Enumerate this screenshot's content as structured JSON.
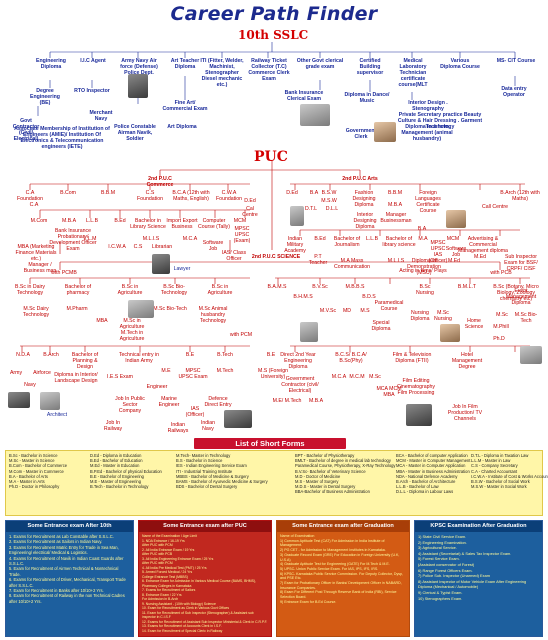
{
  "title": "Career Path Finder",
  "sections": {
    "tenth": "10th SSLC",
    "puc": "PUC"
  },
  "tenth_branch": {
    "row1": [
      "Engineering Diploma",
      "I.I.C Agent",
      "Army Navy Air force (Defense) Police Dept. Exam",
      "Art Teacher Diploma",
      "ITI (Fitter, Welder, Machinist, Stenographer Diesel mechanic etc.)",
      "Railway Ticket Collector (T.C) Commerce Clerk Exam",
      "Other Govt clerical grade exam",
      "Certified Building supervisor",
      "Medical Laboratory Technician certificate course(MLT",
      "Various Diploma Course",
      "MS- CIT Course"
    ],
    "row2": [
      "Degree Engineering (BE)",
      "RTO Inspector",
      "Merchant Navy",
      "Fine Art/ Commercial Exam",
      "Art Diploma",
      "Police Constable Airman Navik, Soldier",
      "Bank Insurance Clerical Exam",
      "Diploma in Dance/ Music",
      "Interior Design . Stenography",
      "Private Secretary practice Beauty Culture & Hair Dressing . Garment Technology",
      "Data entry Operator"
    ],
    "row3": [
      "Govt Contractor (Civil/ Electrical)",
      "Associate Membership of Institution of Engineers (AMIE)/ Institution Of Electronics & Telecommunication engineers (IETE)",
      "Government Clerk",
      "Diploma in a farm Management (animal husbandry)"
    ]
  },
  "puc_branch": {
    "commerce_label": "2nd P.U.C Commerce",
    "arts_label": "2nd P.U.C Arts",
    "science_label": "2nd P.U.C SCIENCE",
    "commerce_nodes": [
      "C.A Foundation",
      "B.Com",
      "B.B.M",
      "C.S Foundation",
      "B.C.A (12th with Maths, English)",
      "C.W.A Foundation",
      "D.Ed",
      "Cal Centre",
      "C.A",
      "M.Com",
      "M.B.A",
      "Bank Insurance Probationary/ Development Officer Exam",
      "L.L.B",
      "B.Ed",
      "Bachelor in Library Science",
      "Import Export Business",
      "Computer Course (Tally)",
      "MCM",
      "MPSC UPSC (Exam)",
      "M.L.I.S",
      "L.L.M",
      "I.C.W.A",
      "C.S",
      "Librarian",
      "M.C.A",
      "Software Job",
      "IAS/ Class Officer",
      "MBA (Marketing Finance Materials etc.)",
      "Manager / Business man",
      "Lawyer"
    ],
    "arts_nodes": [
      "D.Ed",
      "B.A",
      "D.T.L",
      "D.L.L",
      "B.S.W",
      "M.S.W",
      "Fashion Designing Diploma",
      "Interior Designing Diploma",
      "B.B.M",
      "M.B.A",
      "Manager Businessman",
      "Foreign Languages Certificate Course",
      "Call Centre",
      "B.Arch (12th with Maths)",
      "Indian Military Academy",
      "B.Ed",
      "P.T Teacher",
      "Bachelor of Journalism",
      "M.A Mass Communication",
      "L.L.B",
      "Bachelor of library science",
      "M.L.I.S",
      "Diploma in Demonstration (MSU)",
      "M.A",
      "MPSC UPSC IAS (Officer)",
      "Advertising & Commercial Management diploma",
      "B.A",
      "MCM",
      "Software Job",
      "M.Ed",
      "M.Ed",
      "Sub Inspector Exam for BSF/ CRPF/ CISF",
      "Event Management Diploma",
      "Acting in films/ Plays"
    ],
    "science_pcm_nodes": [
      "with PCMB",
      "B.Sc in Dairy Technology",
      "Bachelor of pharmacy",
      "B.Sc in Agriculture",
      "B.Sc Bio-Technology",
      "B.Sc in Agriculture",
      "M.Pharm",
      "MBA",
      "M.Sc Dairy Technology",
      "M.Sc in Agriculture",
      "M.Tech in Agriculture",
      "M.Sc Bio-Tech",
      "M.Sc Animal husbandry Technology",
      "with PCM",
      "N.D.A",
      "B.Arch",
      "Bachelor of Planning & Design",
      "Technical entry in Indian Army",
      "B.E",
      "B.Tech",
      "Army",
      "Airforce",
      "Navy",
      "Diploma in Interior/ Landscape Design",
      "I.E.S Exam",
      "M.E",
      "MPSC UPSC Exam",
      "M.Tech",
      "Engineer",
      "Job In Public Sector Company",
      "Job In Railway",
      "Marine Engineer",
      "IAS (Officer)",
      "Defence Direct Entry",
      "Indian Navy",
      "Indian Railways",
      "Architect"
    ],
    "science_pcb_nodes": [
      "with PCB",
      "B.A.M.S",
      "B.H.M.S",
      "B.V.Sc",
      "M.B.B.S",
      "B.D.S",
      "M.V.Sc",
      "MD",
      "M.S",
      "Paramedical Course",
      "Special Diploma",
      "B.Sc Nursing",
      "Nursing Diploma",
      "B.M.L.T",
      "M.Sc Nursing",
      "Home Science",
      "B.Sc (Botany, Micro Biology, Zoology chemistry etc)",
      "M.Sc",
      "M.Phill",
      "Ph.D",
      "M.Sc Bio-Tech",
      "Direct 2nd Year Engineering Diploma",
      "Government Contractor (civil/ Electrical)",
      "B.C.S/ B.C.A/ B.Sc(Phy)",
      "M.C.A",
      "M.C.M",
      "M.Sc",
      "MCA MCM MBA",
      "Film & Television Diploma (FTII)",
      "Film Editing Cinematography Film Processing",
      "Hotel Management Degree",
      "M.S (Foreign University)",
      "B.E",
      "M.E/ M.Tech",
      "M.B.A",
      "Job In Film Production/ TV Channels"
    ]
  },
  "legend": {
    "title": "List of Short Forms",
    "columns": [
      [
        "B.Sc - Bachelor in Science",
        "M.Sc - Master in Science",
        "B.Com - Bachelor of Commerce",
        "M.Com - Master in Commerce",
        "B.A - Bachelor of Arts",
        "M.A - Master in Arts",
        "Ph.D - Doctor in Philosophy"
      ],
      [
        "D.Ed - Diploma in Education",
        "B.Ed - Bachelor of Education",
        "M.Ed - Master in Education",
        "B.P.Ed - Bachelor of physical Education",
        "B.E - Bachelor of Engineering",
        "M.E - Master of Engineering",
        "B.Tech - Bachelor in Technology"
      ],
      [
        "M.Tech- Master in Technology",
        "B.S - Bachelor in Science",
        "IES - Indian Engineering Service Exam",
        "ITI - Industrial Training Institute",
        "MBBS - Bachelor of Medicine & Surgery",
        "BAMS - Bachelor of Ayurvedic Medicine & Surgery",
        "BDS - Bachelor of Dental Surgery"
      ],
      [
        "BPT - Bachelor of Physiotherapy",
        "BMLT - Bachelor of degree in medical lab technology",
        "Paramedical Course, Physiotherapy, X-Ray Technology",
        "B.V.Sc- Bachelor of Veterinary Science",
        "M.D - Doctor of Medicine",
        "M.S - Master of Surgery",
        "M.D.S - Master in Dental Surgery",
        "BBA-Bachelor of Business Administration"
      ],
      [
        "BCA - Bachelor of computer Application",
        "MCM - Master in Computer Management",
        "MCA - Master in Computer Application",
        "MBA - Master in Business Administration",
        "NDA - National Defence Academy",
        "B.Arch - Bachelor of Architecture",
        "L.L.B - Bachelor of Law",
        "D.L.L - Diploma in Labour Laws"
      ],
      [
        "D.T.L - Diploma in Taxation Law",
        "L.L.M - Master in Law",
        "C.S - Company Secretary",
        "C.A - Charted Accountant",
        "I.C.W.A - Institute of Cost & Works Accountant",
        "B.S.W - Bachelor of Social Work",
        "M.S.W - Master in Social Work"
      ]
    ]
  },
  "boxes": [
    {
      "title": "Some Entrance exam After 10th",
      "items": [
        "1. Exams for Recruitment as Lab Constable after S.S.L.C.",
        "2. Exams for Recruitment as Sailors in Indian Navy.",
        "3. Exams for Recruitment Matric Entry for Trade in Sea Man, Engineering/ electrical/ Medical & Logistics.",
        "4. Exams for Recruitment of Navik in Indian Coast Guards after S.S.L.C.",
        "5. Exam for Recruitment of Airmen Technical & Nontechnical Trade.",
        "6. Exams for Recruitment of Driver, Mechanical, Transport Trade after S.S.L.C.",
        "7. Exam for Recruitment in Banks after 10/10+2 Yrs.",
        "8. Exam for Recruitment of Railway in the non Technical Cadres after 10/10+2 Yrs."
      ]
    },
    {
      "title": "Some Entrance exam after PUC",
      "items": [
        "Name of the Examination / Age Limit",
        "1. NDA Entrance / 16-19 Yrs",
        "After PUC with PCM",
        "2. All India Entrance Exam / 19 Yrs",
        "After PUC with PCB",
        "3. All India Engineering Entrance Exam / 25 Yrs",
        "After PUC with PCM",
        "4. All India Pre Medical Test (PMT) / 25 Yrs",
        "5. Armed Forced Medical / 24 Yrs",
        "College Entrance Test (MBBS)",
        "6. Entrance Exam for Admission in Various Medical Course (BAMS, BHMS), Pharmacy Colleges in Karnataka",
        "7. Exams for Recruitment of Sailors",
        "8. Entrance Exam / 22 Yrs",
        "For Admission in B.Arch",
        "9. Nursing Assistant - (10th with Biology) Science",
        "10. Exam for Recruitment as Clerk in Various Govt Offices",
        "11. Exam for Recruitment of Sub Inspector (Stenographer) & Assistant sub inspector in C.I.S.F",
        "12. Exams for Recruitment of Assistant Sub Inspector Ministerial & Clerk in C.R.P.F.",
        "13. Exams for Recruitment of Accounts Clerk in I.S.F.",
        "14. Exam for Recruitment of Special Cleric in Railway"
      ]
    },
    {
      "title": "Some Entrance exam after Graduation",
      "items": [
        "Name of Examination",
        "1) Common Aptitude Test (CAT) For Admission in India Institute of Management.",
        "2) PG CET - for Admission to Management Institutes in Karnataka.",
        "3) Graduate Record Exam (GRE) For Education in Foreign University (U.K, U.S.A)",
        "4) Graduate Aptitude Test for Engineering (GATE) For M.Tech & M.E.",
        "5) UPSC- Union Public Service Exam. For IAS, IPS, IFS, IRS.",
        "6) KPSC- Karnataka Public Service Commission. For Deputy Collector, Dysp, and PSE Etc.",
        "7) Exam for Probationary Officer in Banks/ Development Officer in NABARD, Insurance Companies.",
        "8) Exam For Different Post Through Reserve Bank of India (RBI), Service Selection Board.",
        "9) Entrance Exam for B.Ed Course."
      ]
    },
    {
      "title": "KPSC Examination After Graduation",
      "items": [
        "1) State Civil Service Exam.",
        "2) Engineering Examination.",
        "3) Agricultural Service.",
        "4) Assistant (Secretariat) & Sales Tax Inspector Exam.",
        "5) Forest Service Exam.",
        "(Assistant conservator of Forest)",
        "6) Range Forest Officers Exam.",
        "7) Police Sub. Inspector (Unarmed) Exam",
        "8) Assistant Inspector of Motor Vehicle Exam After Engineering Diploma (Mechanical / Automobile)",
        "9) Clerical & Typist Exam.",
        "10) Stenographers Exam."
      ]
    }
  ]
}
